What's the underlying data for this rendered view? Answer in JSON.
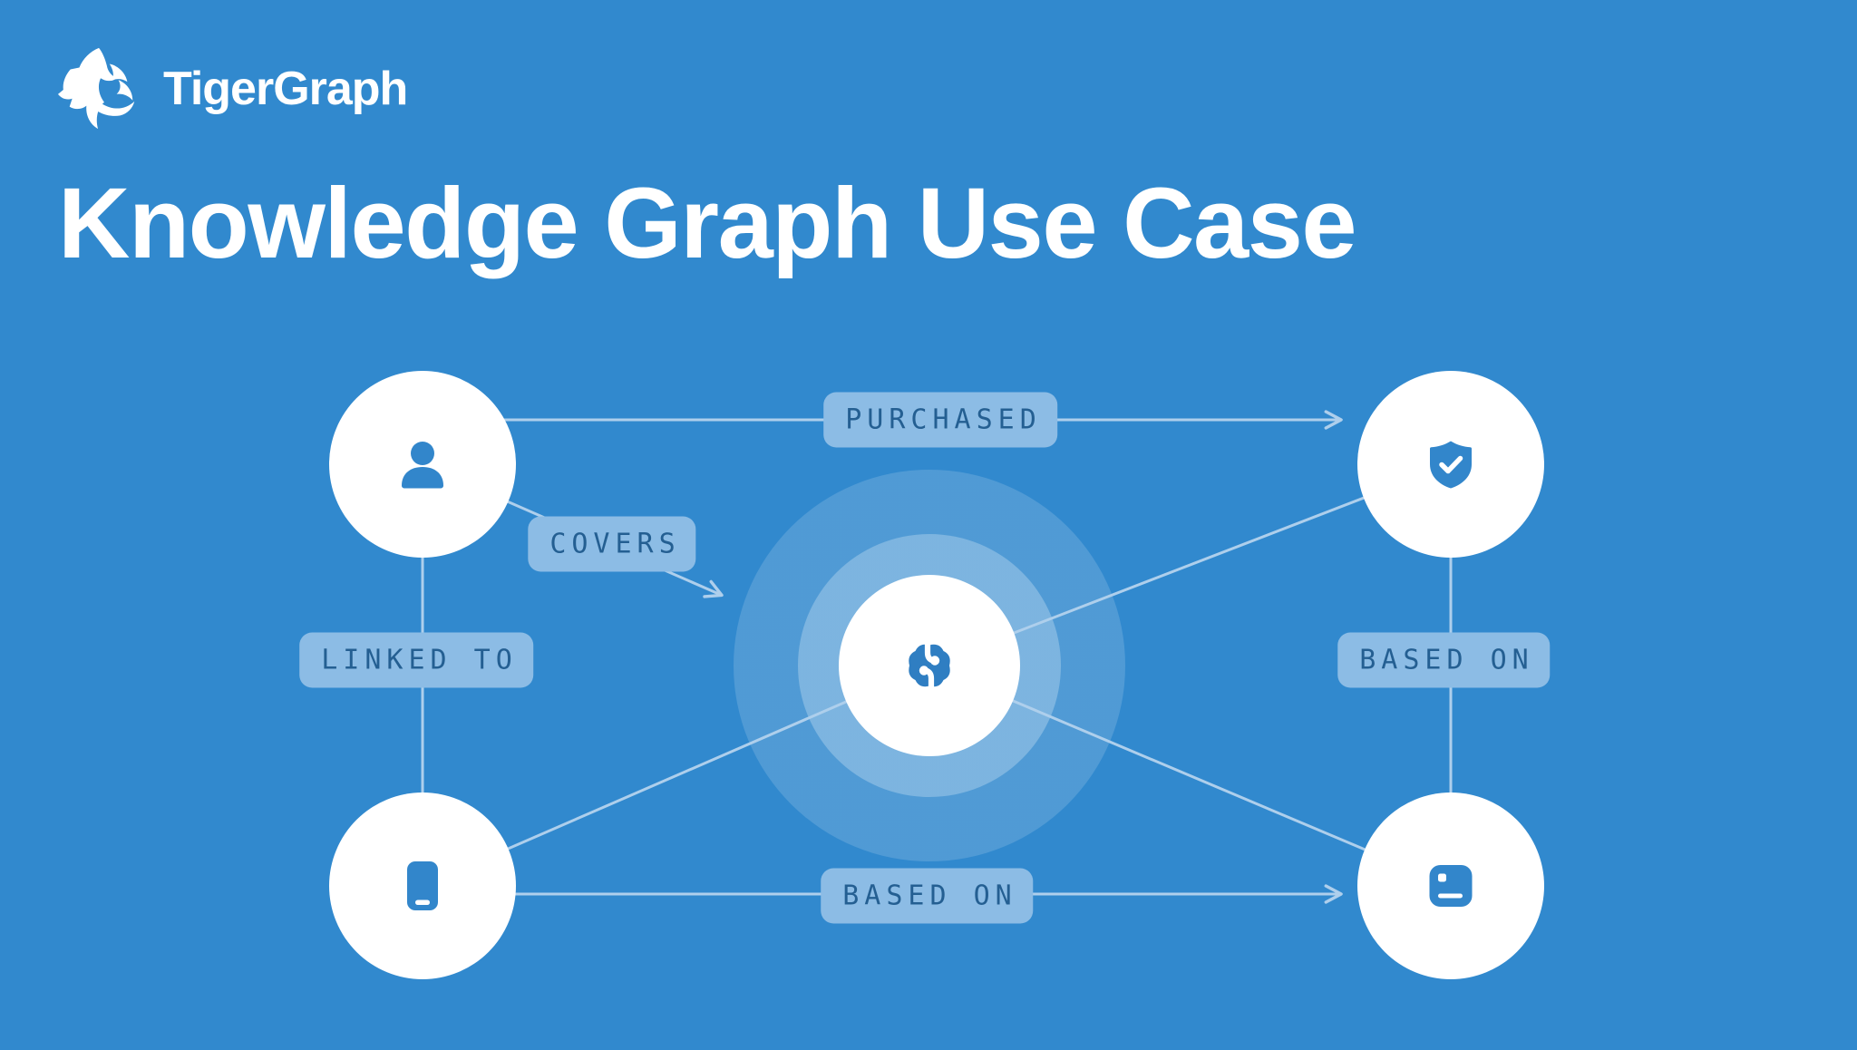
{
  "brand": {
    "name": "TigerGraph",
    "logo_icon": "tiger-logo-icon"
  },
  "title": "Knowledge Graph Use Case",
  "colors": {
    "background": "#3189ce",
    "node_fill": "#ffffff",
    "icon_blue": "#3286cb",
    "brain_blue": "#2f7ec2",
    "pill_background": "#8cbce5",
    "pill_text": "#245f92",
    "edge_line": "#aecfec",
    "hub_glow": "rgba(255,255,255,0.26)"
  },
  "diagram": {
    "center_node": {
      "position": "center",
      "icon": "brain-icon"
    },
    "nodes": [
      {
        "position": "top-left",
        "icon": "person-icon"
      },
      {
        "position": "top-right",
        "icon": "shield-check-icon"
      },
      {
        "position": "bottom-left",
        "icon": "phone-icon"
      },
      {
        "position": "bottom-right",
        "icon": "card-icon"
      }
    ],
    "edges": [
      {
        "label": "PURCHASED",
        "from": "top-left",
        "to": "top-right",
        "arrow": true
      },
      {
        "label": "COVERS",
        "from": "top-left",
        "to": "center",
        "arrow": true
      },
      {
        "label": "LINKED TO",
        "from": "top-left",
        "to": "bottom-left",
        "arrow": false
      },
      {
        "label": "BASED ON",
        "from": "top-right",
        "to": "bottom-right",
        "arrow": false
      },
      {
        "label": "BASED ON",
        "from": "bottom-left",
        "to": "bottom-right",
        "arrow": true
      },
      {
        "from": "center",
        "to": "top-right",
        "arrow": false
      },
      {
        "from": "center",
        "to": "bottom-left",
        "arrow": false
      },
      {
        "from": "center",
        "to": "bottom-right",
        "arrow": false
      }
    ]
  }
}
